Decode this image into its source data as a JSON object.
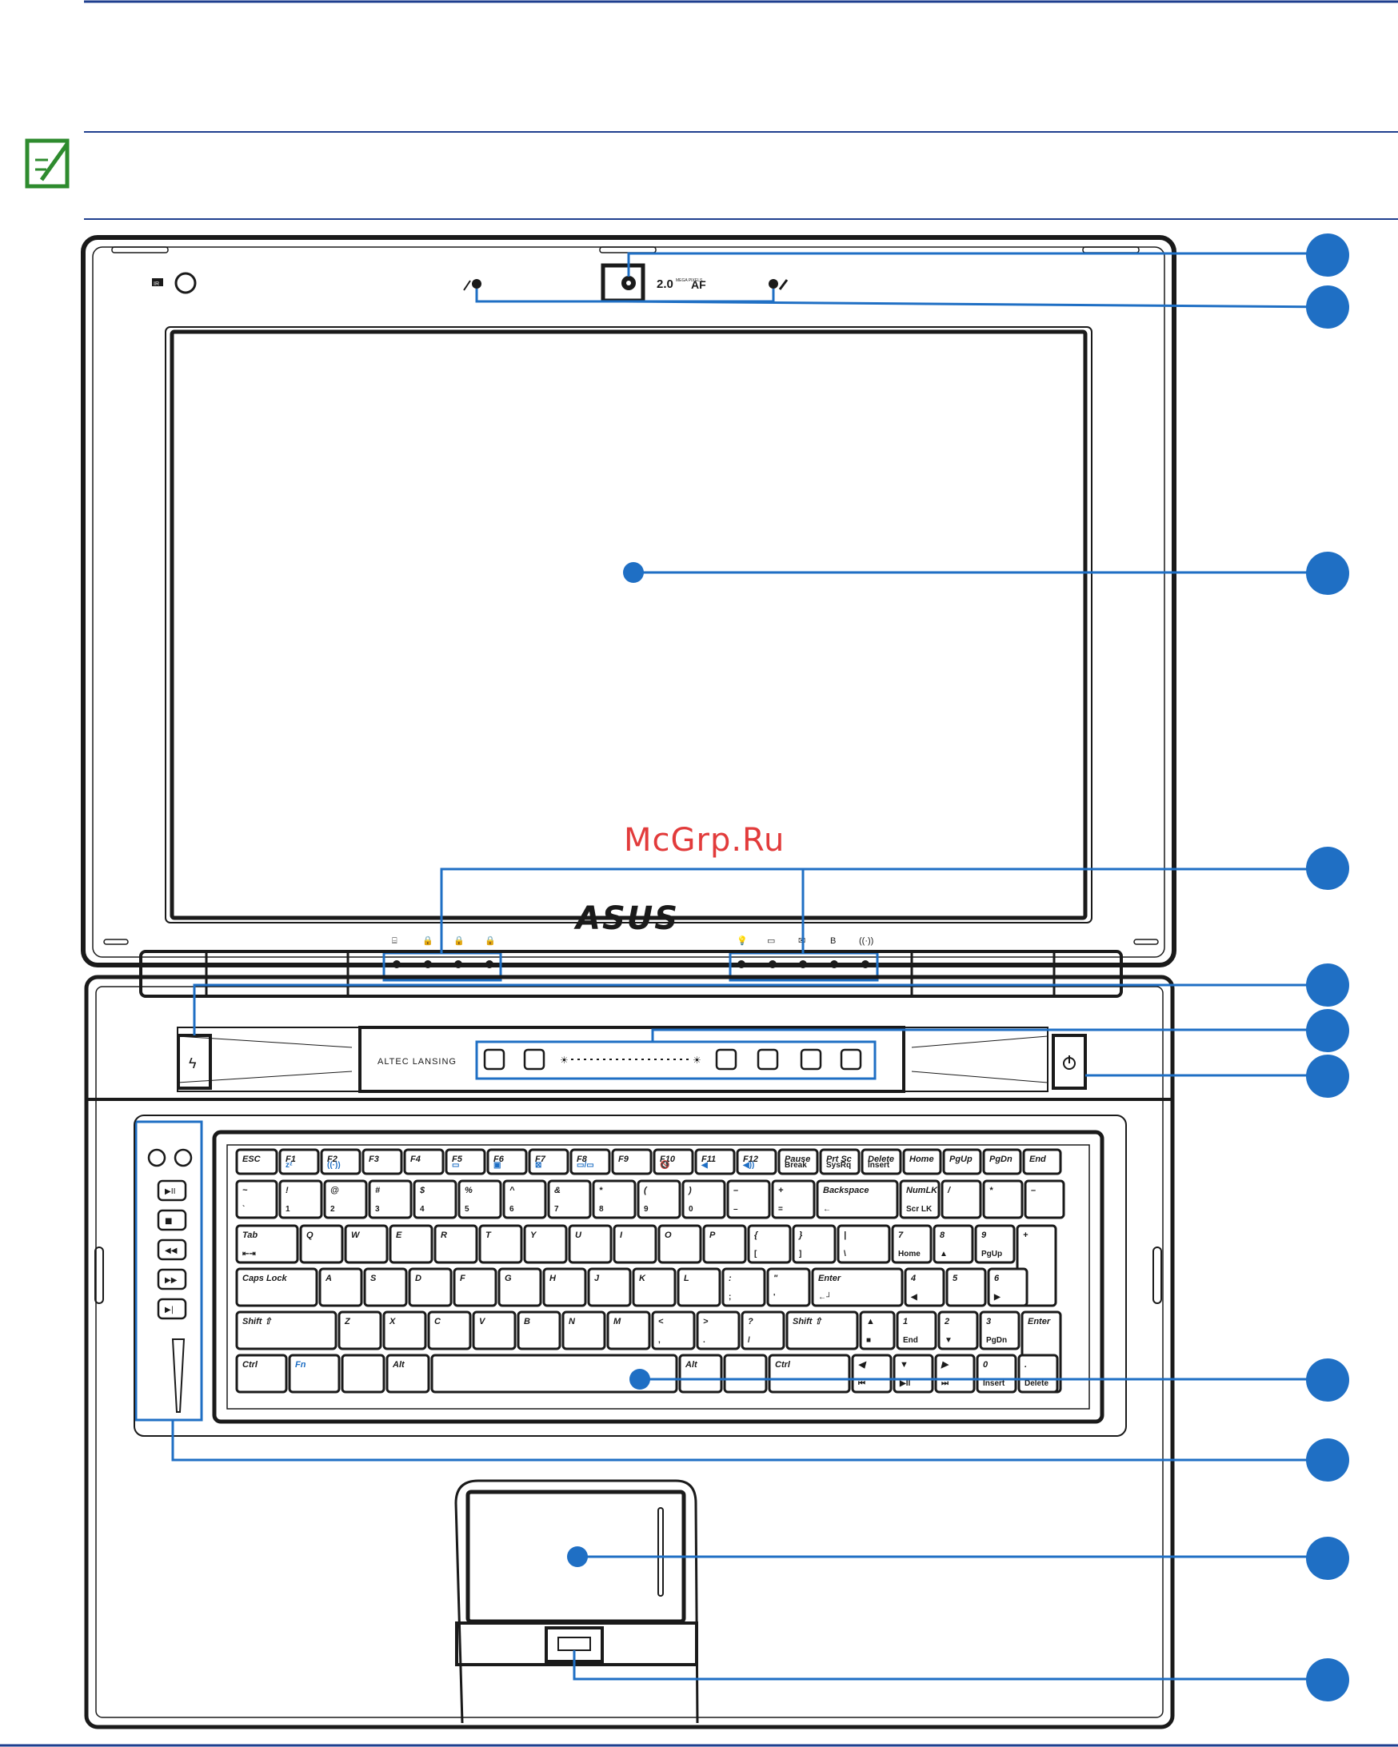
{
  "watermark": "McGrp.Ru",
  "brand": "ASUS",
  "speaker_brand": "ALTEC LANSING",
  "camera_label": "2.0",
  "camera_mega": "MEGA PIXELS",
  "camera_af": "AF",
  "ir_label": "IR",
  "callouts": [
    "",
    "",
    "",
    "",
    "",
    "",
    "",
    "",
    "",
    "",
    ""
  ],
  "keyboard": {
    "rows": [
      [
        {
          "t": "ESC",
          "b": ""
        },
        {
          "t": "F1",
          "b": "zᶻ"
        },
        {
          "t": "F2",
          "b": "((·))"
        },
        {
          "t": "F3",
          "b": ""
        },
        {
          "t": "F4",
          "b": ""
        },
        {
          "t": "F5",
          "b": "▭"
        },
        {
          "t": "F6",
          "b": "▣"
        },
        {
          "t": "F7",
          "b": "⊠"
        },
        {
          "t": "F8",
          "b": "▭/▭"
        },
        {
          "t": "F9",
          "b": ""
        },
        {
          "t": "F10",
          "b": "🔇"
        },
        {
          "t": "F11",
          "b": "◀"
        },
        {
          "t": "F12",
          "b": "◀))"
        },
        {
          "t": "Pause",
          "b": "Break"
        },
        {
          "t": "Prt Sc",
          "b": "SysRq"
        },
        {
          "t": "Delete",
          "b": "Insert"
        },
        {
          "t": "Home",
          "b": ""
        },
        {
          "t": "PgUp",
          "b": ""
        },
        {
          "t": "PgDn",
          "b": ""
        },
        {
          "t": "End",
          "b": ""
        }
      ],
      [
        {
          "t": "~",
          "b": "`"
        },
        {
          "t": "!",
          "b": "1"
        },
        {
          "t": "@",
          "b": "2"
        },
        {
          "t": "#",
          "b": "3"
        },
        {
          "t": "$",
          "b": "4"
        },
        {
          "t": "%",
          "b": "5"
        },
        {
          "t": "^",
          "b": "6"
        },
        {
          "t": "&",
          "b": "7"
        },
        {
          "t": "*",
          "b": "8"
        },
        {
          "t": "(",
          "b": "9"
        },
        {
          "t": ")",
          "b": "0"
        },
        {
          "t": "–",
          "b": "–"
        },
        {
          "t": "+",
          "b": "="
        },
        {
          "t": "Backspace",
          "b": "←"
        },
        {
          "t": "NumLK",
          "b": "Scr LK"
        },
        {
          "t": "/",
          "b": ""
        },
        {
          "t": "*",
          "b": ""
        },
        {
          "t": "–",
          "b": ""
        }
      ],
      [
        {
          "t": "Tab",
          "b": "⇤⇥"
        },
        {
          "t": "Q",
          "b": ""
        },
        {
          "t": "W",
          "b": ""
        },
        {
          "t": "E",
          "b": ""
        },
        {
          "t": "R",
          "b": ""
        },
        {
          "t": "T",
          "b": ""
        },
        {
          "t": "Y",
          "b": ""
        },
        {
          "t": "U",
          "b": ""
        },
        {
          "t": "I",
          "b": ""
        },
        {
          "t": "O",
          "b": ""
        },
        {
          "t": "P",
          "b": ""
        },
        {
          "t": "{",
          "b": "["
        },
        {
          "t": "}",
          "b": "]"
        },
        {
          "t": "|",
          "b": "\\"
        },
        {
          "t": "7",
          "b": "Home"
        },
        {
          "t": "8",
          "b": "▲"
        },
        {
          "t": "9",
          "b": "PgUp"
        },
        {
          "t": "+",
          "b": ""
        }
      ],
      [
        {
          "t": "Caps Lock",
          "b": ""
        },
        {
          "t": "A",
          "b": ""
        },
        {
          "t": "S",
          "b": ""
        },
        {
          "t": "D",
          "b": ""
        },
        {
          "t": "F",
          "b": ""
        },
        {
          "t": "G",
          "b": ""
        },
        {
          "t": "H",
          "b": ""
        },
        {
          "t": "J",
          "b": ""
        },
        {
          "t": "K",
          "b": ""
        },
        {
          "t": "L",
          "b": ""
        },
        {
          "t": ":",
          "b": ";"
        },
        {
          "t": "\"",
          "b": "'"
        },
        {
          "t": "Enter",
          "b": "←┘"
        },
        {
          "t": "4",
          "b": "◀"
        },
        {
          "t": "5",
          "b": ""
        },
        {
          "t": "6",
          "b": "▶"
        }
      ],
      [
        {
          "t": "Shift ⇧",
          "b": ""
        },
        {
          "t": "Z",
          "b": ""
        },
        {
          "t": "X",
          "b": ""
        },
        {
          "t": "C",
          "b": ""
        },
        {
          "t": "V",
          "b": ""
        },
        {
          "t": "B",
          "b": ""
        },
        {
          "t": "N",
          "b": ""
        },
        {
          "t": "M",
          "b": ""
        },
        {
          "t": "<",
          "b": ","
        },
        {
          "t": ">",
          "b": "."
        },
        {
          "t": "?",
          "b": "/"
        },
        {
          "t": "Shift ⇧",
          "b": ""
        },
        {
          "t": "▲",
          "b": "■"
        },
        {
          "t": "1",
          "b": "End"
        },
        {
          "t": "2",
          "b": "▼"
        },
        {
          "t": "3",
          "b": "PgDn"
        },
        {
          "t": "Enter",
          "b": ""
        }
      ],
      [
        {
          "t": "Ctrl",
          "b": ""
        },
        {
          "t": "Fn",
          "b": ""
        },
        {
          "t": "",
          "b": ""
        },
        {
          "t": "Alt",
          "b": ""
        },
        {
          "t": "",
          "b": ""
        },
        {
          "t": "Alt",
          "b": ""
        },
        {
          "t": "",
          "b": ""
        },
        {
          "t": "Ctrl",
          "b": ""
        },
        {
          "t": "◀",
          "b": "⏮"
        },
        {
          "t": "▼",
          "b": "▶II"
        },
        {
          "t": "▶",
          "b": "⏭"
        },
        {
          "t": "0",
          "b": "Insert"
        },
        {
          "t": ".",
          "b": "Delete"
        }
      ]
    ]
  },
  "media_buttons": [
    "▶II",
    "■",
    "◀◀",
    "▶▶",
    "▶|"
  ],
  "colors": {
    "accent": "#1f6fc4",
    "line": "#1a1a1a",
    "note_icon": "#2e8b2e",
    "watermark": "#e23b3b"
  }
}
